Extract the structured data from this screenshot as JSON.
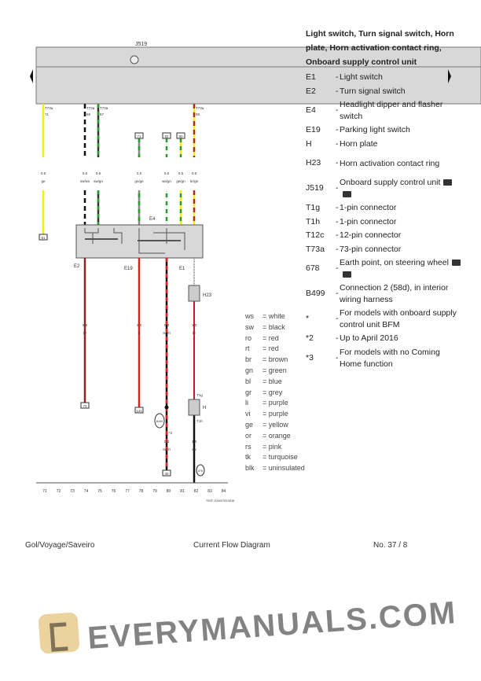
{
  "diagram": {
    "control_unit_label": "J519",
    "top_connectors": [
      {
        "pin": "T73a",
        "num": "71"
      },
      {
        "pin": "T73a",
        "num": "58"
      },
      {
        "pin": "T73a",
        "num": "57"
      },
      {
        "pin": "T73a",
        "num": "59"
      }
    ],
    "wires_top": [
      {
        "size": "0.5",
        "color": "ge"
      },
      {
        "size": "0.5",
        "color": "sw/ws"
      },
      {
        "size": "0.5",
        "color": "sw/gn"
      },
      {
        "size": "2.5",
        "color": "gn/ge"
      },
      {
        "size": "0.5",
        "color": "ws/gn"
      },
      {
        "size": "0.5",
        "color": "ge/gn"
      },
      {
        "size": "0.5",
        "color": "br/ge"
      }
    ],
    "wires_bottom": [
      {
        "size": "0.5",
        "color": "br"
      },
      {
        "size": "4.0",
        "color": "rt"
      },
      {
        "size": "0.5",
        "color": "sw/rt"
      },
      {
        "size": "1.0",
        "color": "br"
      },
      {
        "size": "0.5",
        "color": "sw/rt"
      },
      {
        "size": "1.0",
        "color": "sw"
      }
    ],
    "refs": {
      "r81": "81",
      "r71": "71",
      "r82": "82",
      "r90": "90",
      "r73": "73",
      "r141": "141",
      "r30": "30"
    },
    "components": {
      "e2": "E2",
      "e19": "E19",
      "e1": "E1",
      "e4": "E4",
      "h23": "H23",
      "h": "H",
      "b499": "B499",
      "g678": "678",
      "t1g": "T1g",
      "t1h": "T1h",
      "star2": "*2",
      "star3": "*3"
    },
    "track_numbers": [
      "71",
      "72",
      "73",
      "74",
      "75",
      "76",
      "77",
      "78",
      "79",
      "80",
      "81",
      "82",
      "83",
      "84"
    ],
    "doc_code": "TSGF-2016/0703-0818"
  },
  "legend": {
    "title": "Light switch, Turn signal switch, Horn plate, Horn activation contact ring, Onboard supply control unit",
    "items": [
      {
        "code": "E1",
        "desc": "Light switch"
      },
      {
        "code": "E2",
        "desc": "Turn signal switch"
      },
      {
        "code": "E4",
        "desc": "Headlight dipper and flasher switch"
      },
      {
        "code": "E19",
        "desc": "Parking light switch"
      },
      {
        "code": "H",
        "desc": "Horn plate"
      },
      {
        "code": "H23",
        "desc": "Horn activation contact ring"
      },
      {
        "code": "J519",
        "desc": "Onboard supply control unit"
      },
      {
        "code": "T1g",
        "desc": "1-pin connector"
      },
      {
        "code": "T1h",
        "desc": "1-pin connector"
      },
      {
        "code": "T12c",
        "desc": "12-pin connector"
      },
      {
        "code": "T73a",
        "desc": "73-pin connector"
      },
      {
        "code": "678",
        "desc": "Earth point, on steering wheel"
      },
      {
        "code": "B499",
        "desc": "Connection 2 (58d), in interior wiring harness"
      },
      {
        "code": "*",
        "desc": "For models with onboard supply control unit BFM"
      },
      {
        "code": "*2",
        "desc": "Up to April 2016"
      },
      {
        "code": "*3",
        "desc": "For models with no Coming Home function"
      }
    ]
  },
  "color_codes": [
    {
      "c": "ws",
      "n": "white"
    },
    {
      "c": "sw",
      "n": "black"
    },
    {
      "c": "ro",
      "n": "red"
    },
    {
      "c": "rt",
      "n": "red"
    },
    {
      "c": "br",
      "n": "brown"
    },
    {
      "c": "gn",
      "n": "green"
    },
    {
      "c": "bl",
      "n": "blue"
    },
    {
      "c": "gr",
      "n": "grey"
    },
    {
      "c": "li",
      "n": "purple"
    },
    {
      "c": "vi",
      "n": "purple"
    },
    {
      "c": "ge",
      "n": "yellow"
    },
    {
      "c": "or",
      "n": "orange"
    },
    {
      "c": "rs",
      "n": "pink"
    },
    {
      "c": "tk",
      "n": "turquoise"
    },
    {
      "c": "blk",
      "n": "uninsulated"
    }
  ],
  "footer": {
    "model": "Gol/Voyage/Saveiro",
    "doc_type": "Current Flow Diagram",
    "page": "No.  37 / 8"
  },
  "watermark": "EVERYMANUALS.COM"
}
